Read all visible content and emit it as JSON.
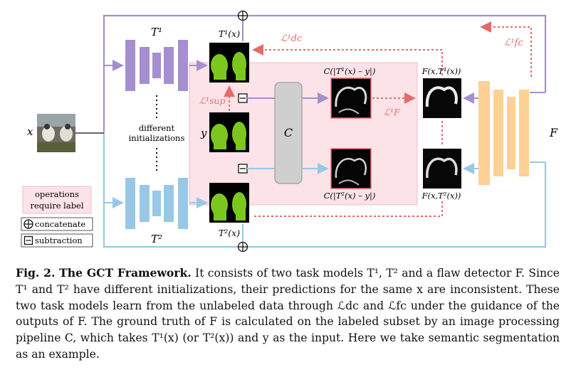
{
  "figure": {
    "input_label": "x",
    "model1_label": "T¹",
    "model2_label": "T²",
    "pred1_label": "T¹(x)",
    "pred2_label": "T²(x)",
    "gt_label": "y",
    "different_init_line1": "different",
    "different_init_line2": "initializations",
    "pipeline_label": "C",
    "diff1_label": "C(|T¹(x) – y|)",
    "diff2_label": "C(|T²(x) – y|)",
    "flaw1_label": "F(x,T¹(x))",
    "flaw2_label": "F(x,T²(x))",
    "detector_label": "F",
    "loss_dc": "ℒ¹dc",
    "loss_fc": "ℒ¹fc",
    "loss_sup": "ℒ¹sup",
    "loss_F": "ℒ¹F",
    "legend": {
      "label_ops_line1": "operations",
      "label_ops_line2": "require label",
      "concat": "concatenate",
      "subtract": "subtraction"
    },
    "colors": {
      "purple": "#a58fcf",
      "blue": "#98c8e6",
      "orange": "#fdd193",
      "red_loss": "#e66a6a",
      "pink_region": "#fbe3e8",
      "green_mask": "#7cc71e"
    }
  },
  "caption": {
    "label": "Fig. 2. The GCT Framework.",
    "text": " It consists of two task models T¹, T² and a flaw detector F. Since T¹ and T² have different initializations, their predictions for the same x are inconsistent. These two task models learn from the unlabeled data through ℒdc and ℒfc under the guidance of the outputs of F. The ground truth of F is calculated on the labeled subset by an image processing pipeline C, which takes T¹(x) (or T²(x)) and y as the input. Here we take semantic segmentation as an example."
  }
}
